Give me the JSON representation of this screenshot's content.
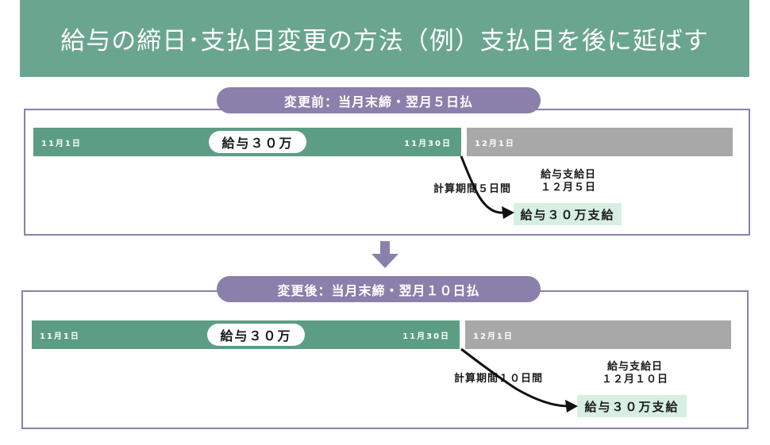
{
  "title": "給与の締日･支払日変更の方法（例）支払日を後に延ばす",
  "colors": {
    "header": "#6aa58f",
    "panel": "#8a80ab",
    "green_bar": "#5c9e83",
    "gray_bar": "#a8a8a8",
    "pay_box": "#d6efe1"
  },
  "before": {
    "label": "変更前：当月末締・翌月５日払",
    "start_date": "11月1日",
    "salary": "給与３０万",
    "end_date": "11月30日",
    "next_date": "12月1日",
    "period": "計算期間５日間",
    "payday_title": "給与支給日",
    "payday_date": "１２月５日",
    "payment": "給与３０万支給"
  },
  "after": {
    "label": "変更後：当月末締・翌月１０日払",
    "start_date": "11月1日",
    "salary": "給与３０万",
    "end_date": "11月30日",
    "next_date": "12月1日",
    "period": "計算期間１０日間",
    "payday_title": "給与支給日",
    "payday_date": "１２月１０日",
    "payment": "給与３０万支給"
  },
  "icons": {
    "transition": "down-arrow-icon"
  }
}
